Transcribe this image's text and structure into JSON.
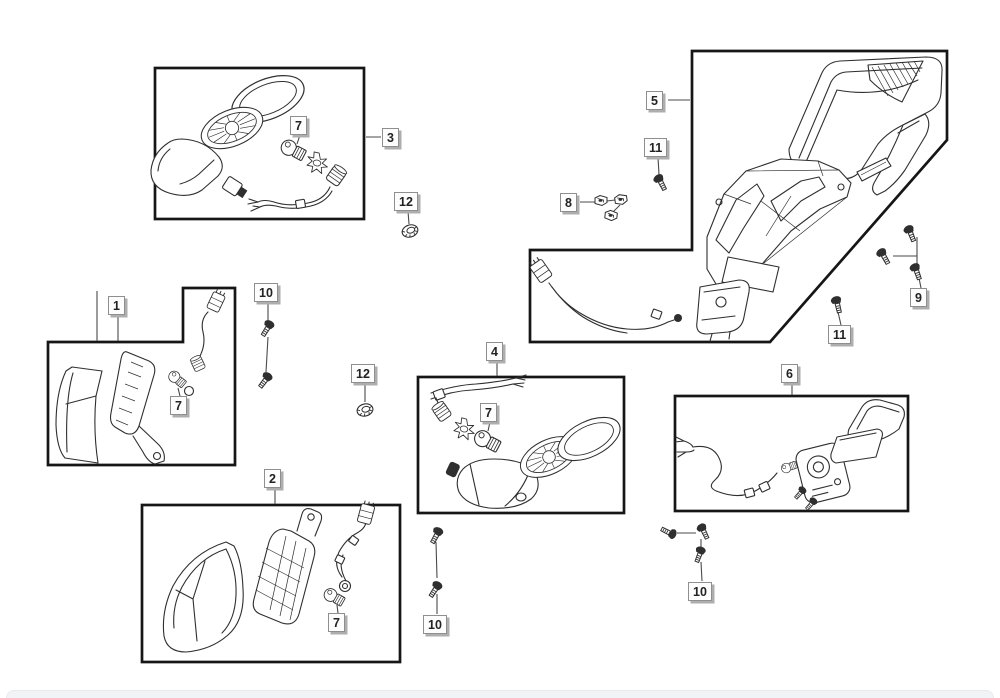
{
  "page": {
    "background": "#ffffff",
    "bottom_bar_color": "#f1f4f6",
    "line_color": "#2f2f2f",
    "box_color": "#161616"
  },
  "diagram_type": "exploded-parts-diagram",
  "callouts": [
    {
      "id": "group-1",
      "text": "1"
    },
    {
      "id": "group-2",
      "text": "2"
    },
    {
      "id": "group-3",
      "text": "3"
    },
    {
      "id": "group-4",
      "text": "4"
    },
    {
      "id": "group-5",
      "text": "5"
    },
    {
      "id": "group-6",
      "text": "6"
    },
    {
      "id": "bulb-group-3",
      "text": "7"
    },
    {
      "id": "bulb-group-1",
      "text": "7"
    },
    {
      "id": "bulb-group-2",
      "text": "7"
    },
    {
      "id": "bulb-group-4",
      "text": "7"
    },
    {
      "id": "clip-nuts",
      "text": "8"
    },
    {
      "id": "screw-set-right",
      "text": "9"
    },
    {
      "id": "screw-pair-group-1",
      "text": "10"
    },
    {
      "id": "screw-pair-group-4",
      "text": "10"
    },
    {
      "id": "screw-set-group-6",
      "text": "10"
    },
    {
      "id": "screw-upper",
      "text": "11"
    },
    {
      "id": "screw-lower",
      "text": "11"
    },
    {
      "id": "nut-upper",
      "text": "12"
    },
    {
      "id": "nut-middle",
      "text": "12"
    }
  ]
}
